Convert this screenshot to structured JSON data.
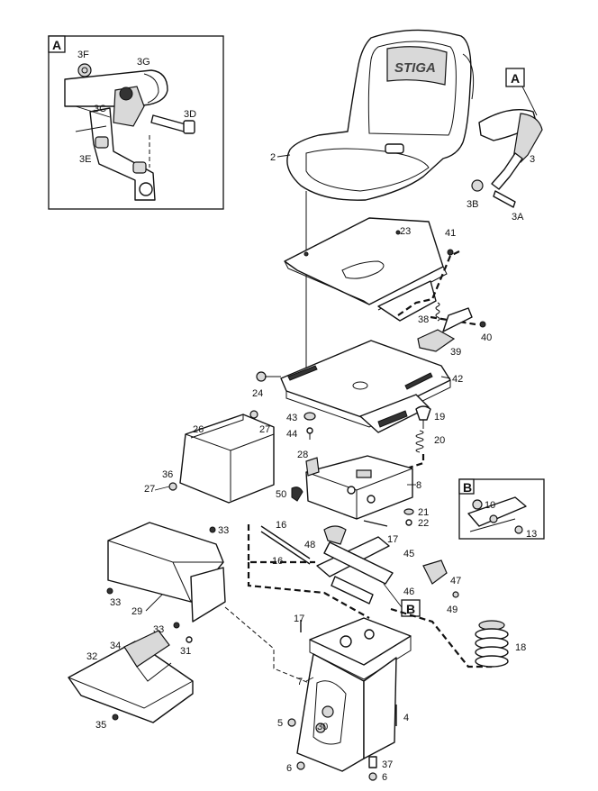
{
  "inset_a": {
    "tag": "A",
    "labels": [
      "3F",
      "3G",
      "3C",
      "3D",
      "3E"
    ]
  },
  "inset_b": {
    "tag": "B",
    "labels": [
      "10",
      "13"
    ]
  },
  "callout_a": "A",
  "callout_b": "B",
  "seat_brand": "STIGA",
  "part_numbers": {
    "p2": "2",
    "p3": "3",
    "p3b": "3B",
    "p3a": "3A",
    "p23": "23",
    "p41": "41",
    "p38": "38",
    "p40": "40",
    "p39": "39",
    "p42": "42",
    "p24": "24",
    "p43": "43",
    "p44": "44",
    "p19": "19",
    "p20": "20",
    "p26": "26",
    "p27a": "27",
    "p27b": "27",
    "p36": "36",
    "p28": "28",
    "p8": "8",
    "p50": "50",
    "p21": "21",
    "p22": "22",
    "p16a": "16",
    "p16b": "16",
    "p48": "48",
    "p17a": "17",
    "p45": "45",
    "p47": "47",
    "p46": "46",
    "p49": "49",
    "p33a": "33",
    "p33b": "33",
    "p33c": "33",
    "p29": "29",
    "p31": "31",
    "p34": "34",
    "p32": "32",
    "p35": "35",
    "p17b": "17",
    "p18": "18",
    "p7": "7",
    "p5": "5",
    "p30": "30",
    "p4": "4",
    "p6a": "6",
    "p6b": "6",
    "p37": "37"
  }
}
